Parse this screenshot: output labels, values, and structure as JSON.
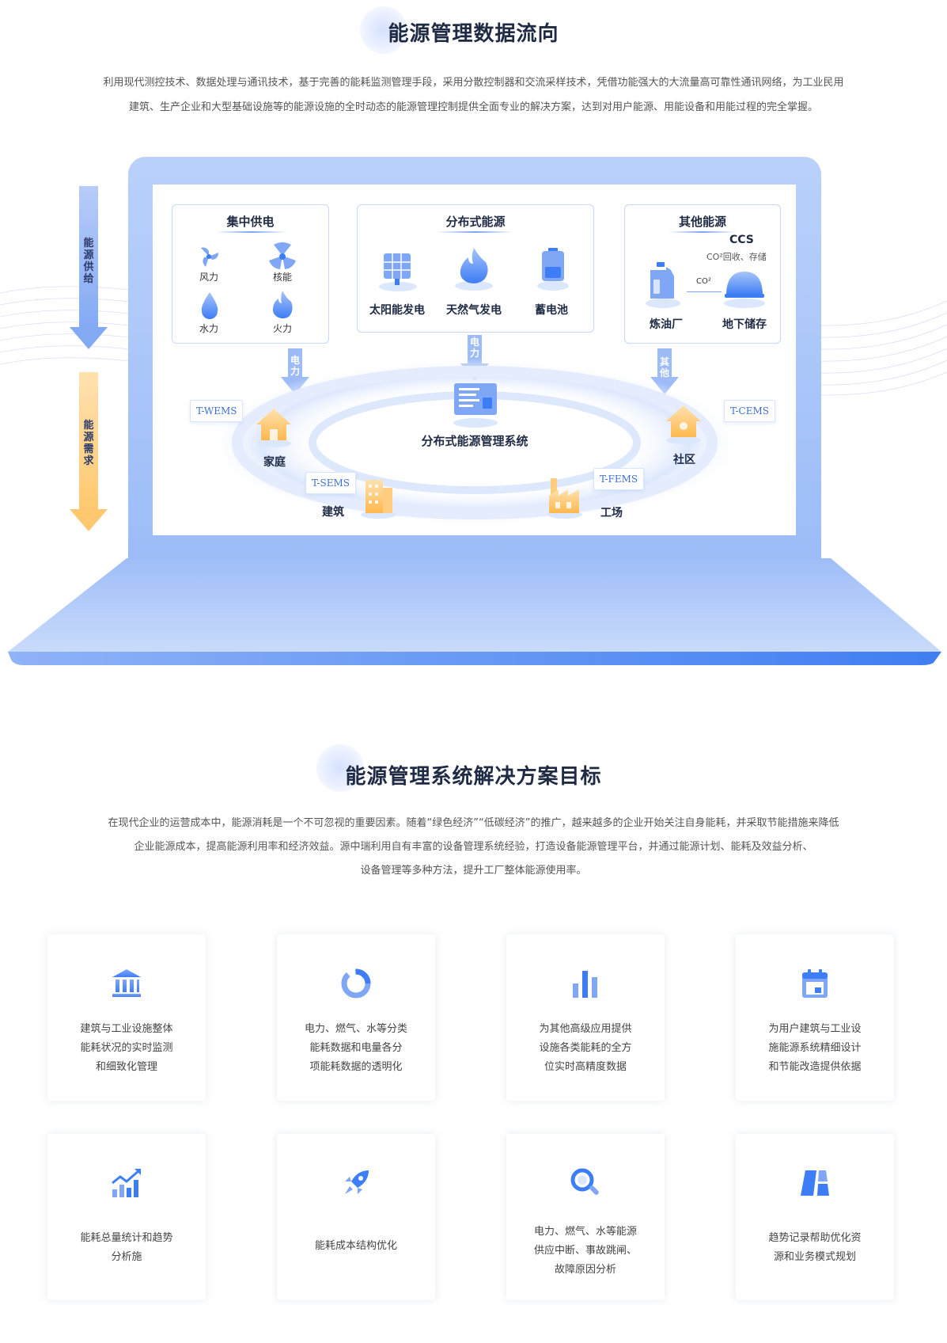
{
  "section1": {
    "title": "能源管理数据流向",
    "intro_lines": [
      "利用现代测控技术、数据处理与通讯技术，基于完善的能耗监测管理手段，采用分散控制器和交流采样技术，凭借功能强大的大流量高可靠性通讯网络，为工业民用",
      "建筑、生产企业和大型基础设施等的能源设施的全时动态的能源管理控制提供全面专业的解决方案，达到对用户能源、用能设备和用能过程的完全掌握。"
    ]
  },
  "diagram": {
    "supply_label": "能源供给",
    "demand_label": "能源需求",
    "central_box": {
      "title": "集中供电",
      "items": [
        "风力",
        "核能",
        "水力",
        "火力"
      ]
    },
    "distributed_box": {
      "title": "分布式能源",
      "items": [
        "太阳能发电",
        "天然气发电",
        "蓄电池"
      ]
    },
    "other_box": {
      "title": "其他能源",
      "ccs": "CCS",
      "ccs_sub": "CO²回收、存储",
      "co2": "CO²",
      "items": [
        "炼油厂",
        "地下储存"
      ]
    },
    "arrow_left": "电力",
    "arrow_mid": "电力",
    "arrow_right": "其他",
    "center_system": "分布式能源管理系统",
    "nodes": {
      "home": "家庭",
      "community": "社区",
      "building": "建筑",
      "factory": "工场"
    },
    "tags": {
      "wems": "T-WEMS",
      "cems": "T-CEMS",
      "sems": "T-SEMS",
      "fems": "T-FEMS"
    }
  },
  "section2": {
    "title": "能源管理系统解决方案目标",
    "intro_lines": [
      "在现代企业的运营成本中，能源消耗是一个不可忽视的重要因素。随着“绿色经济”“低碳经济”的推广，越来越多的企业开始关注自身能耗，并采取节能措施来降低",
      "企业能源成本，提高能源利用率和经济效益。源中瑞利用自有丰富的设备管理系统经验，打造设备能源管理平台，并通过能源计划、能耗及效益分析、",
      "设备管理等多种方法，提升工厂整体能源使用率。"
    ],
    "cards": [
      {
        "icon": "bank-icon",
        "lines": [
          "建筑与工业设施整体",
          "能耗状况的实时监测",
          "和细致化管理"
        ]
      },
      {
        "icon": "donut-icon",
        "lines": [
          "电力、燃气、水等分类",
          "能耗数据和电量各分",
          "项能耗数据的透明化"
        ]
      },
      {
        "icon": "bar-chart-icon",
        "lines": [
          "为其他高级应用提供",
          "设施各类能耗的全方",
          "位实时高精度数据"
        ]
      },
      {
        "icon": "calendar-icon",
        "lines": [
          "为用户建筑与工业设",
          "施能源系统精细设计",
          "和节能改造提供依据"
        ]
      },
      {
        "icon": "trend-chart-icon",
        "lines": [
          "能耗总量统计和趋势",
          "分析施"
        ]
      },
      {
        "icon": "rocket-icon",
        "lines": [
          "能耗成本结构优化"
        ]
      },
      {
        "icon": "search-icon",
        "lines": [
          "电力、燃气、水等能源",
          "供应中断、事故跳闸、",
          "故障原因分析"
        ]
      },
      {
        "icon": "layout-icon",
        "lines": [
          "趋势记录帮助优化资",
          "源和业务模式规划"
        ]
      }
    ]
  },
  "colors": {
    "primary": "#3d7df5",
    "light_blue": "#b9d1fb",
    "demand_orange": "#ffd48a",
    "title_dark": "#1f2a44"
  }
}
